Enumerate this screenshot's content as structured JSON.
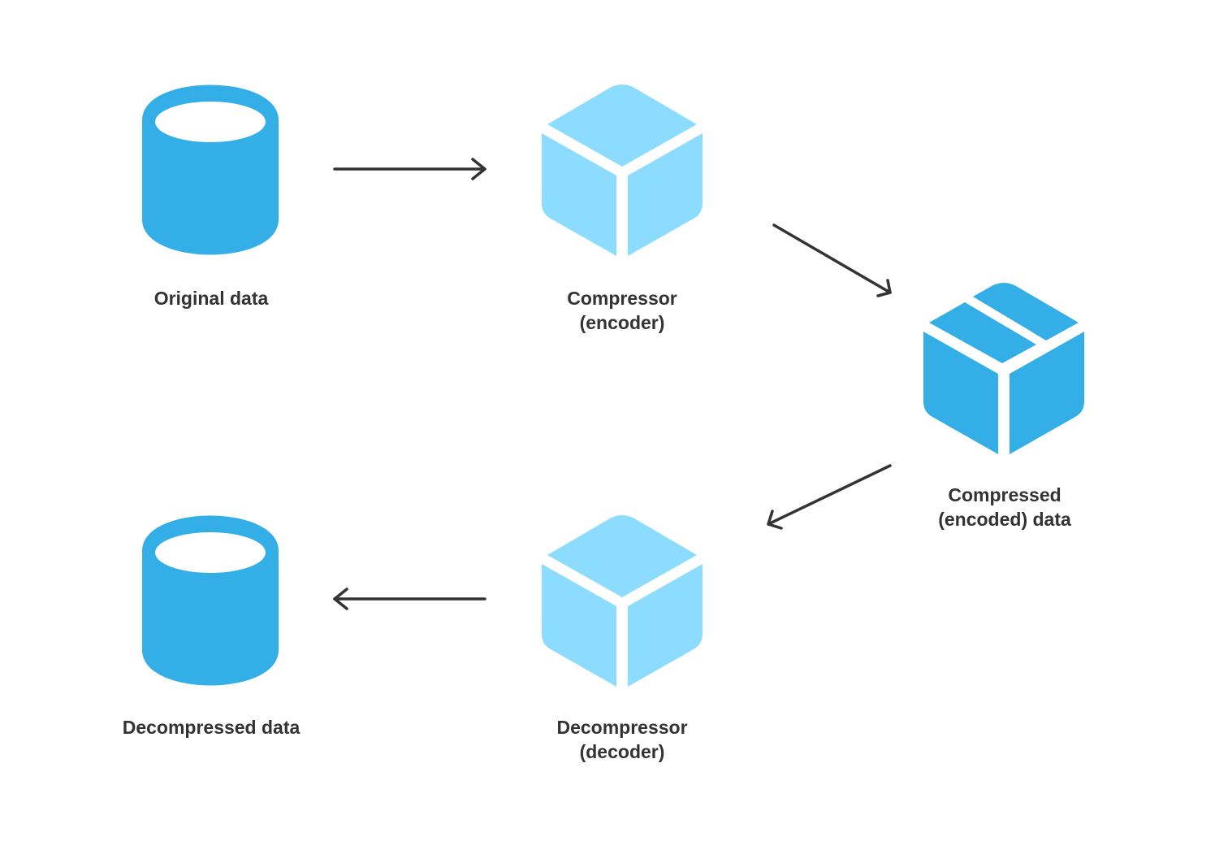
{
  "diagram": {
    "title": "Data compression flow",
    "colors": {
      "database": "#33aee6",
      "processor": "#8cdcff",
      "package": "#33aee6",
      "arrow": "#333333",
      "text": "#333333",
      "background": "#ffffff"
    },
    "nodes": [
      {
        "id": "original-data",
        "icon": "database-icon",
        "label_lines": [
          "Original data"
        ]
      },
      {
        "id": "compressor",
        "icon": "cube-icon",
        "label_lines": [
          "Compressor",
          "(encoder)"
        ]
      },
      {
        "id": "compressed-data",
        "icon": "package-icon",
        "label_lines": [
          "Compressed",
          "(encoded) data"
        ]
      },
      {
        "id": "decompressor",
        "icon": "cube-icon",
        "label_lines": [
          "Decompressor",
          "(decoder)"
        ]
      },
      {
        "id": "decompressed-data",
        "icon": "database-icon",
        "label_lines": [
          "Decompressed data"
        ]
      }
    ],
    "edges": [
      {
        "from": "original-data",
        "to": "compressor"
      },
      {
        "from": "compressor",
        "to": "compressed-data"
      },
      {
        "from": "compressed-data",
        "to": "decompressor"
      },
      {
        "from": "decompressor",
        "to": "decompressed-data"
      }
    ]
  }
}
